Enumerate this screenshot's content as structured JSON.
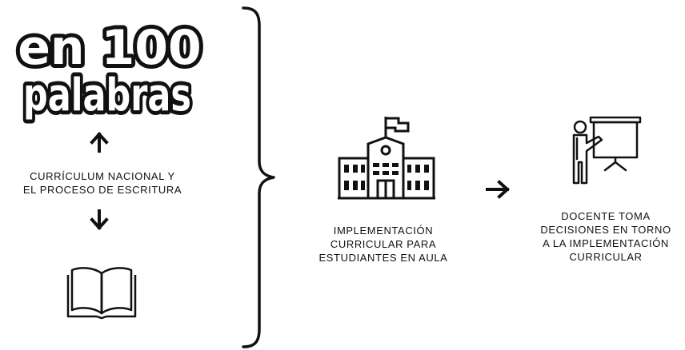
{
  "logo": {
    "line1": "en 100",
    "line2": "palabras"
  },
  "left": {
    "label_line1": "CURRÍCULUM NACIONAL Y",
    "label_line2": "EL PROCESO DE ESCRITURA",
    "up_arrow_icon": "arrow-up-icon",
    "down_arrow_icon": "arrow-down-icon",
    "book_icon": "open-book-icon"
  },
  "middle": {
    "icon": "school-building-icon",
    "label_line1": "IMPLEMENTACIÓN",
    "label_line2": "CURRICULAR PARA",
    "label_line3": "ESTUDIANTES EN AULA"
  },
  "connector": {
    "icon": "arrow-right-icon"
  },
  "right": {
    "icon": "teacher-presentation-icon",
    "label_line1": "DOCENTE TOMA",
    "label_line2": "DECISIONES EN TORNO",
    "label_line3": "A LA IMPLEMENTACIÓN",
    "label_line4": "CURRICULAR"
  },
  "colors": {
    "ink": "#111111",
    "background": "#ffffff"
  }
}
